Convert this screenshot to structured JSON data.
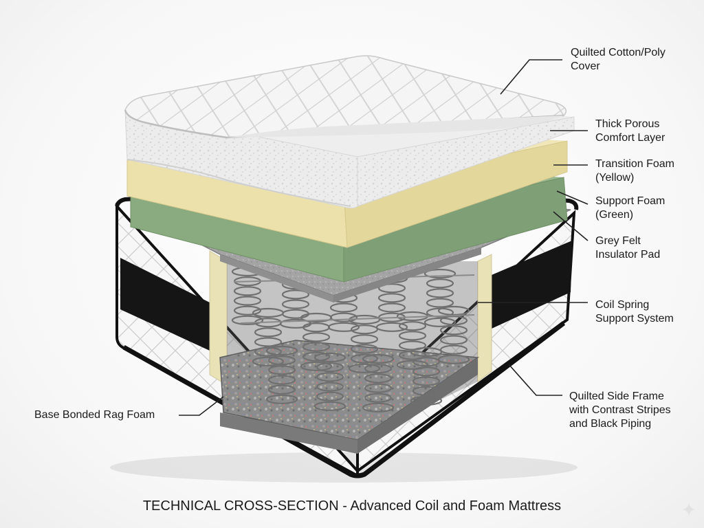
{
  "caption": "TECHNICAL CROSS-SECTION - Advanced Coil and Foam Mattress",
  "labels": {
    "cover": [
      "Quilted Cotton/Poly",
      "Cover"
    ],
    "comfort": [
      "Thick Porous",
      "Comfort Layer"
    ],
    "transition": [
      "Transition Foam",
      "(Yellow)"
    ],
    "support": [
      "Support Foam",
      "(Green)"
    ],
    "felt": [
      "Grey Felt",
      "Insulator Pad"
    ],
    "coil": [
      "Coil Spring",
      "Support System"
    ],
    "side": [
      "Quilted Side Frame",
      "with Contrast Stripes",
      "and Black Piping"
    ],
    "base": [
      "Base Bonded Rag Foam"
    ]
  },
  "colors": {
    "cover": "#f2f2f2",
    "comfort": "#e9e9e9",
    "transition": "#eadfa8",
    "support": "#8fae85",
    "felt": "#a8a8a8",
    "coil": "#6f6f6f",
    "piping": "#111111",
    "stripe": "#151515",
    "rag_foam": "#8a8a8a",
    "leader": "#222222"
  },
  "icons": [
    "sparkle-icon"
  ]
}
